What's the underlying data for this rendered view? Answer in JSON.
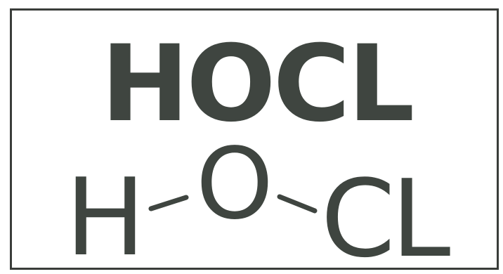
{
  "formula": {
    "text": "HOCL"
  },
  "structure": {
    "atoms": [
      {
        "id": "hydrogen",
        "symbol": "H"
      },
      {
        "id": "oxygen",
        "symbol": "O"
      },
      {
        "id": "chlorine",
        "symbol": "CL"
      }
    ],
    "bonds": [
      {
        "from": "hydrogen",
        "to": "oxygen"
      },
      {
        "from": "oxygen",
        "to": "chlorine"
      }
    ]
  },
  "colors": {
    "ink": "#3f4540",
    "border": "#3a3d3a",
    "background": "#ffffff"
  }
}
